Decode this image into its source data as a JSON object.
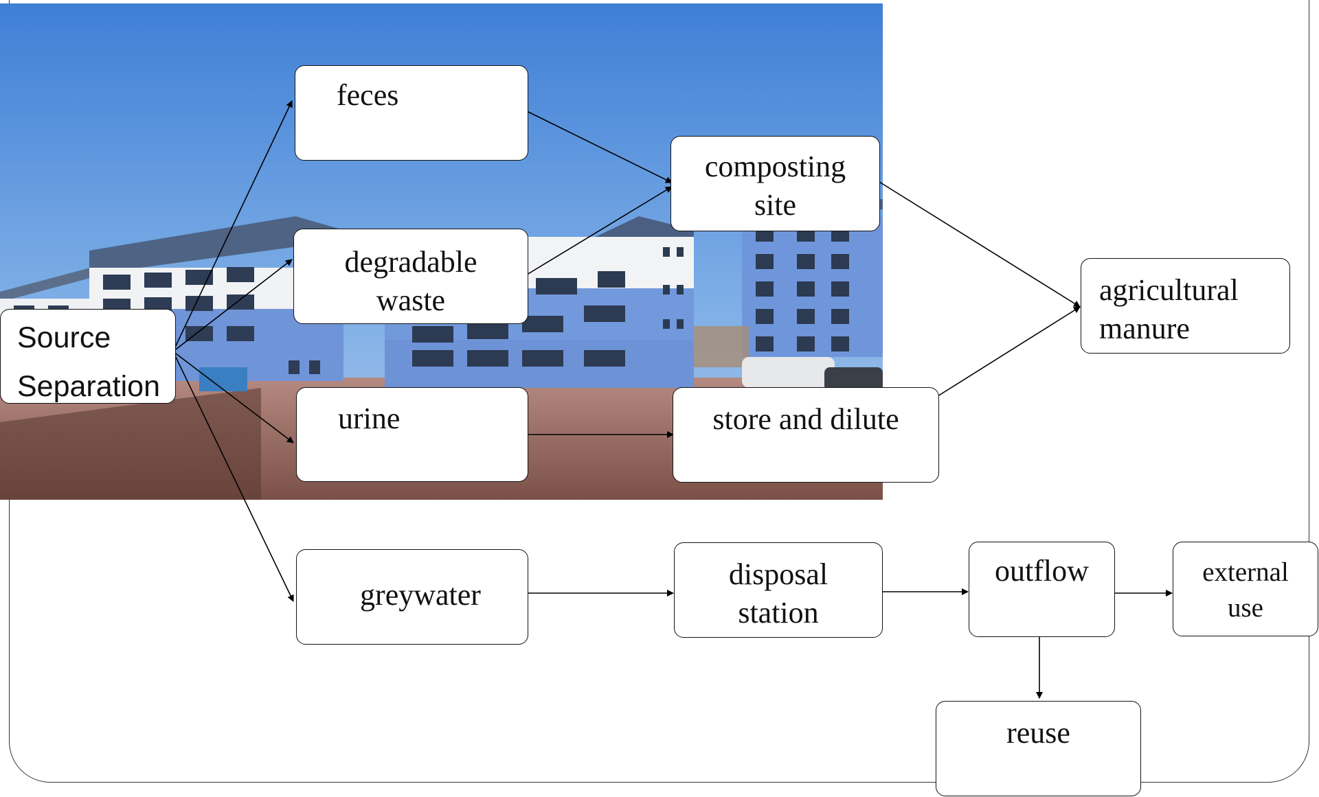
{
  "diagram": {
    "nodes": {
      "source": {
        "line1": "Source",
        "line2": "Separation"
      },
      "feces": {
        "label": "feces"
      },
      "degradable": {
        "line1": "degradable",
        "line2": "waste"
      },
      "urine": {
        "label": "urine"
      },
      "greywater": {
        "label": "greywater"
      },
      "composting": {
        "line1": "composting",
        "line2": "site"
      },
      "store": {
        "label": "store and dilute"
      },
      "agricultural": {
        "line1": "agricultural",
        "line2": "manure"
      },
      "disposal": {
        "line1": "disposal",
        "line2": "station"
      },
      "outflow": {
        "label": "outflow"
      },
      "external": {
        "line1": "external",
        "line2": "use"
      },
      "reuse": {
        "label": "reuse"
      }
    },
    "edges": [
      [
        "source",
        "feces"
      ],
      [
        "source",
        "degradable"
      ],
      [
        "source",
        "urine"
      ],
      [
        "source",
        "greywater"
      ],
      [
        "feces",
        "composting"
      ],
      [
        "degradable",
        "composting"
      ],
      [
        "urine",
        "store"
      ],
      [
        "composting",
        "agricultural"
      ],
      [
        "store",
        "agricultural"
      ],
      [
        "greywater",
        "disposal"
      ],
      [
        "disposal",
        "outflow"
      ],
      [
        "outflow",
        "external"
      ],
      [
        "outflow",
        "reuse"
      ]
    ]
  },
  "background_photo": {
    "subject": "apartment-buildings-photo"
  }
}
